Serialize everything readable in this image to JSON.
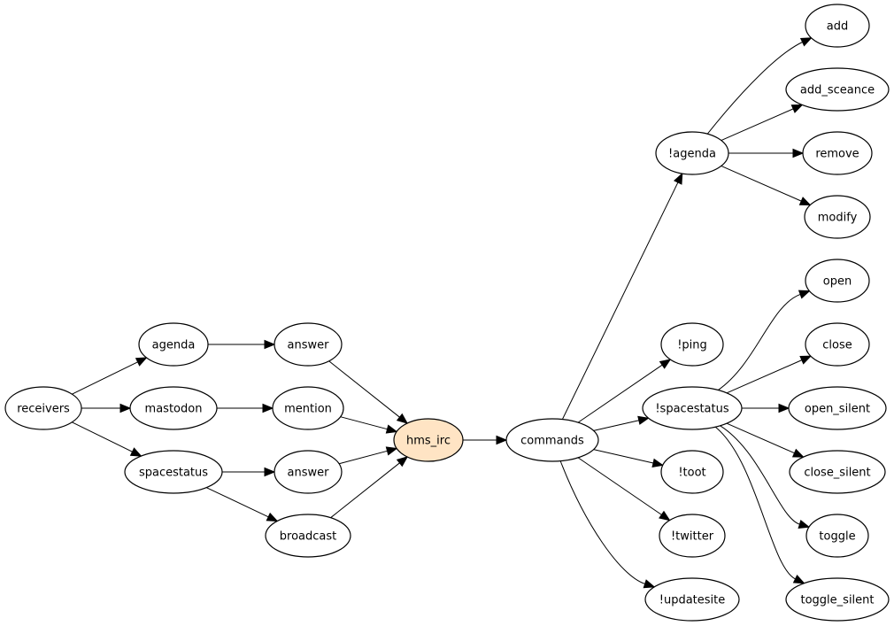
{
  "diagram": {
    "type": "directed-graph",
    "colors": {
      "default_fill": "#ffffff",
      "highlight_fill": "#ffe4c4",
      "stroke": "#000000"
    },
    "nodes": [
      {
        "id": "receivers",
        "label": "receivers"
      },
      {
        "id": "agenda",
        "label": "agenda"
      },
      {
        "id": "mastodon",
        "label": "mastodon"
      },
      {
        "id": "spacestatus",
        "label": "spacestatus"
      },
      {
        "id": "answer1",
        "label": "answer"
      },
      {
        "id": "mention",
        "label": "mention"
      },
      {
        "id": "answer2",
        "label": "answer"
      },
      {
        "id": "broadcast",
        "label": "broadcast"
      },
      {
        "id": "hms_irc",
        "label": "hms_irc",
        "highlight": true
      },
      {
        "id": "commands",
        "label": "commands"
      },
      {
        "id": "cmd_agenda",
        "label": "!agenda"
      },
      {
        "id": "ping",
        "label": "!ping"
      },
      {
        "id": "cmd_spacestatus",
        "label": "!spacestatus"
      },
      {
        "id": "toot",
        "label": "!toot"
      },
      {
        "id": "twitter",
        "label": "!twitter"
      },
      {
        "id": "updatesite",
        "label": "!updatesite"
      },
      {
        "id": "add",
        "label": "add"
      },
      {
        "id": "add_sceance",
        "label": "add_sceance"
      },
      {
        "id": "remove",
        "label": "remove"
      },
      {
        "id": "modify",
        "label": "modify"
      },
      {
        "id": "open",
        "label": "open"
      },
      {
        "id": "close",
        "label": "close"
      },
      {
        "id": "open_silent",
        "label": "open_silent"
      },
      {
        "id": "close_silent",
        "label": "close_silent"
      },
      {
        "id": "toggle",
        "label": "toggle"
      },
      {
        "id": "toggle_silent",
        "label": "toggle_silent"
      }
    ],
    "edges": [
      {
        "from": "receivers",
        "to": "agenda"
      },
      {
        "from": "receivers",
        "to": "mastodon"
      },
      {
        "from": "receivers",
        "to": "spacestatus"
      },
      {
        "from": "agenda",
        "to": "answer1"
      },
      {
        "from": "mastodon",
        "to": "mention"
      },
      {
        "from": "spacestatus",
        "to": "answer2"
      },
      {
        "from": "spacestatus",
        "to": "broadcast"
      },
      {
        "from": "answer1",
        "to": "hms_irc"
      },
      {
        "from": "mention",
        "to": "hms_irc"
      },
      {
        "from": "answer2",
        "to": "hms_irc"
      },
      {
        "from": "broadcast",
        "to": "hms_irc"
      },
      {
        "from": "hms_irc",
        "to": "commands"
      },
      {
        "from": "commands",
        "to": "cmd_agenda"
      },
      {
        "from": "commands",
        "to": "ping"
      },
      {
        "from": "commands",
        "to": "cmd_spacestatus"
      },
      {
        "from": "commands",
        "to": "toot"
      },
      {
        "from": "commands",
        "to": "twitter"
      },
      {
        "from": "commands",
        "to": "updatesite"
      },
      {
        "from": "cmd_agenda",
        "to": "add"
      },
      {
        "from": "cmd_agenda",
        "to": "add_sceance"
      },
      {
        "from": "cmd_agenda",
        "to": "remove"
      },
      {
        "from": "cmd_agenda",
        "to": "modify"
      },
      {
        "from": "cmd_spacestatus",
        "to": "open"
      },
      {
        "from": "cmd_spacestatus",
        "to": "close"
      },
      {
        "from": "cmd_spacestatus",
        "to": "open_silent"
      },
      {
        "from": "cmd_spacestatus",
        "to": "close_silent"
      },
      {
        "from": "cmd_spacestatus",
        "to": "toggle"
      },
      {
        "from": "cmd_spacestatus",
        "to": "toggle_silent"
      }
    ]
  }
}
